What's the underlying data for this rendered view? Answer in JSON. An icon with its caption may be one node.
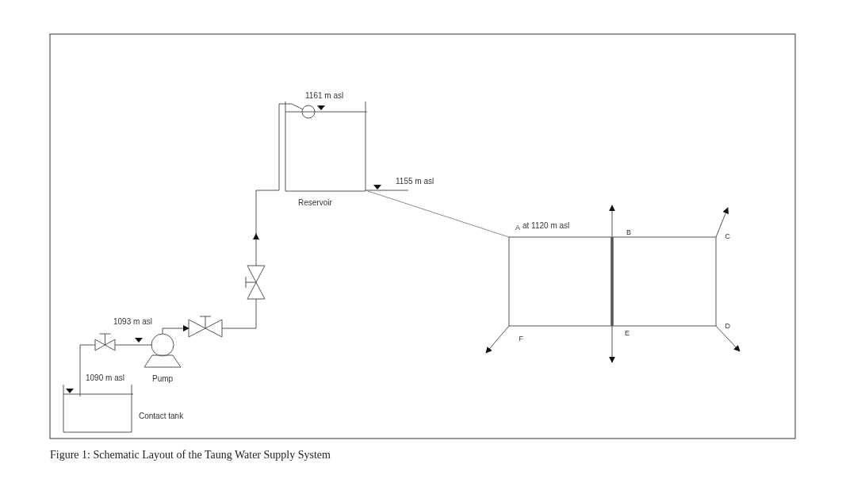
{
  "diagram": {
    "caption": "Figure 1: Schematic Layout of the Taung Water Supply System",
    "nodes": [
      {
        "text": [],
        "shape": "tank",
        "beside": [
          "1090 m asl",
          "Contact tank"
        ]
      },
      {
        "text": [],
        "shape": "valve"
      },
      {
        "text": [],
        "shape": "pump",
        "beside": [
          "Pump"
        ]
      },
      {
        "text": [],
        "shape": "valve"
      },
      {
        "text": [],
        "shape": "valve"
      },
      {
        "text": [],
        "shape": "tank",
        "beside": [
          "1161 m asl",
          "Reservoir",
          "1155 m asl"
        ]
      },
      {
        "text": [
          "A"
        ],
        "beside": [
          "at 1120 m asl"
        ]
      },
      {
        "text": [
          "B"
        ]
      },
      {
        "text": [
          "C"
        ]
      },
      {
        "text": [
          "D"
        ]
      },
      {
        "text": [
          "E"
        ]
      },
      {
        "text": [
          "F"
        ]
      }
    ],
    "edges": [
      {
        "from": 0,
        "to": 1,
        "arrow": "none"
      },
      {
        "from": 1,
        "to": 2,
        "arrow": "none"
      },
      {
        "from": 2,
        "to": 3,
        "arrow": "to"
      },
      {
        "from": 3,
        "to": 4,
        "arrow": "none"
      },
      {
        "from": 4,
        "to": 5,
        "arrow": "to"
      },
      {
        "from": 5,
        "to": 6,
        "arrow": "none",
        "color": "#8a8a8a"
      },
      {
        "from": 6,
        "to": 7,
        "arrow": "none"
      },
      {
        "from": 7,
        "to": 8,
        "arrow": "none"
      },
      {
        "from": 8,
        "to": 9,
        "arrow": "none"
      },
      {
        "from": 9,
        "to": 10,
        "arrow": "none"
      },
      {
        "from": 10,
        "to": 11,
        "arrow": "none"
      },
      {
        "from": 11,
        "to": 6,
        "arrow": "none"
      },
      {
        "from": 7,
        "to": 10,
        "arrow": "none",
        "style": "thick"
      },
      {
        "from": 7,
        "to": null,
        "arrow": "to"
      },
      {
        "from": 8,
        "to": null,
        "arrow": "to"
      },
      {
        "from": 9,
        "to": null,
        "arrow": "to"
      },
      {
        "from": 10,
        "to": null,
        "arrow": "to"
      },
      {
        "from": 11,
        "to": null,
        "arrow": "to"
      }
    ],
    "labels": [
      "1093 m asl"
    ]
  }
}
